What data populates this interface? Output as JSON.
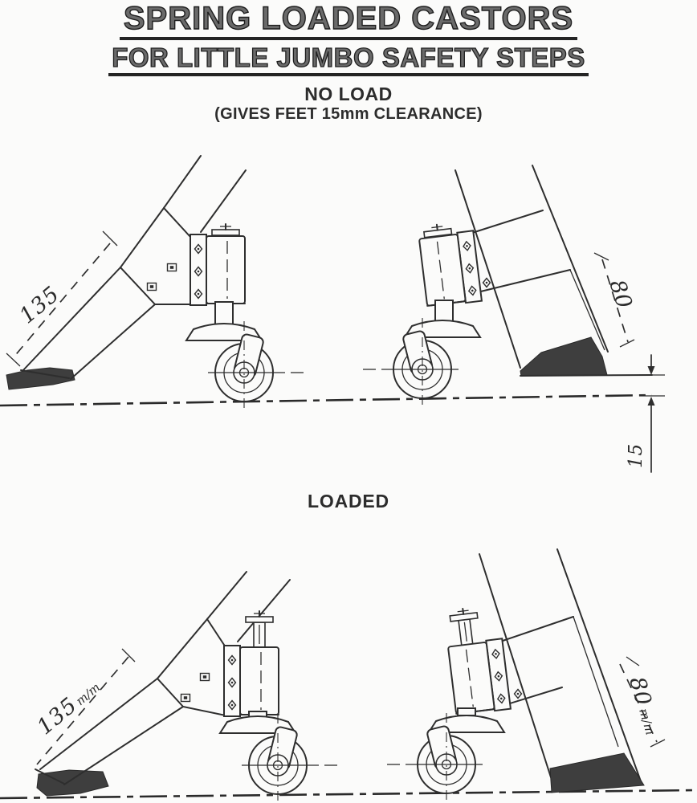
{
  "document": {
    "title_line1": "SPRING LOADED CASTORS",
    "title_line2": "FOR LITTLE JUMBO SAFETY STEPS"
  },
  "no_load": {
    "heading": "NO LOAD",
    "subheading": "(GIVES FEET 15mm CLEARANCE)",
    "dim_leg_length": "135",
    "dim_castor_travel": "80",
    "dim_clearance": "15"
  },
  "loaded": {
    "heading": "LOADED",
    "dim_leg_length": "135",
    "dim_leg_length_unit": "m/m",
    "dim_castor_travel": "80",
    "dim_castor_travel_unit": "m/m"
  },
  "colors": {
    "ink": "#2e2e2e",
    "paper": "#fbfbfa"
  }
}
